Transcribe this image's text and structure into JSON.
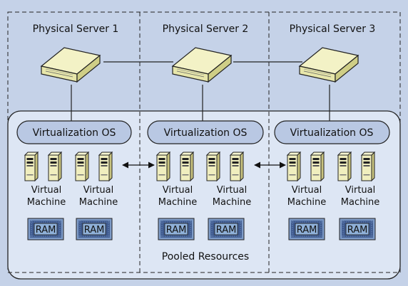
{
  "servers": [
    {
      "label": "Physical Server 1",
      "os_label": "Virtualization OS",
      "vms": [
        {
          "label_line1": "Virtual",
          "label_line2": "Machine",
          "ram_label": "RAM"
        },
        {
          "label_line1": "Virtual",
          "label_line2": "Machine",
          "ram_label": "RAM"
        }
      ]
    },
    {
      "label": "Physical Server 2",
      "os_label": "Virtualization OS",
      "vms": [
        {
          "label_line1": "Virtual",
          "label_line2": "Machine",
          "ram_label": "RAM"
        },
        {
          "label_line1": "Virtual",
          "label_line2": "Machine",
          "ram_label": "RAM"
        }
      ]
    },
    {
      "label": "Physical Server 3",
      "os_label": "Virtualization OS",
      "vms": [
        {
          "label_line1": "Virtual",
          "label_line2": "Machine",
          "ram_label": "RAM"
        },
        {
          "label_line1": "Virtual",
          "label_line2": "Machine",
          "ram_label": "RAM"
        }
      ]
    }
  ],
  "pool_label": "Pooled Resources",
  "colors": {
    "background": "#c5d2e8",
    "pool_fill": "#dde6f4",
    "pill_fill": "#b9c8e3",
    "server_top": "#f3f2c6",
    "server_side": "#cfce86",
    "vm_fill": "#f0eebe",
    "ram_chip": "#3f5a8e",
    "ram_label_bg": "#8fb0d8"
  }
}
